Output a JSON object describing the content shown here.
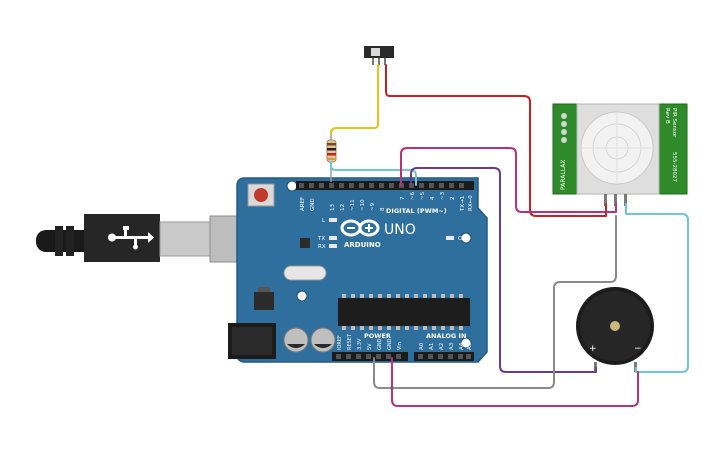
{
  "board": {
    "brand": "ARDUINO",
    "model": "UNO",
    "digital_header": "DIGITAL (PWM~)",
    "power_header": "POWER",
    "analog_header": "ANALOG IN",
    "on_label": "ON",
    "led_l": "L",
    "led_tx": "TX",
    "led_rx": "RX",
    "digital_pins": [
      "AREF",
      "GND",
      "13",
      "12",
      "~11",
      "~10",
      "~9",
      "8",
      "7",
      "~6",
      "~5",
      "4",
      "~3",
      "2",
      "TX→1",
      "RX←0"
    ],
    "power_pins": [
      "IOREF",
      "RESET",
      "3.3V",
      "5V",
      "GND",
      "GND",
      "Vin"
    ],
    "analog_pins": [
      "A0",
      "A1",
      "A2",
      "A3",
      "A4",
      "A5"
    ]
  },
  "pir_sensor": {
    "title": "PIR Sensor",
    "rev": "Rev B",
    "part_number": "555-28027",
    "brand": "PARALLAX"
  },
  "buzzer": {
    "plus": "+",
    "minus": "−"
  },
  "colors": {
    "board": "#2e6f9e",
    "pcb_green": "#2f8a2a",
    "wire_red": "#c8201e",
    "wire_yellow": "#e8c21b",
    "wire_cyan": "#6fc6d6",
    "wire_magenta": "#b8317b",
    "wire_purple": "#6b3c8c",
    "wire_gray": "#8a8a8a"
  }
}
